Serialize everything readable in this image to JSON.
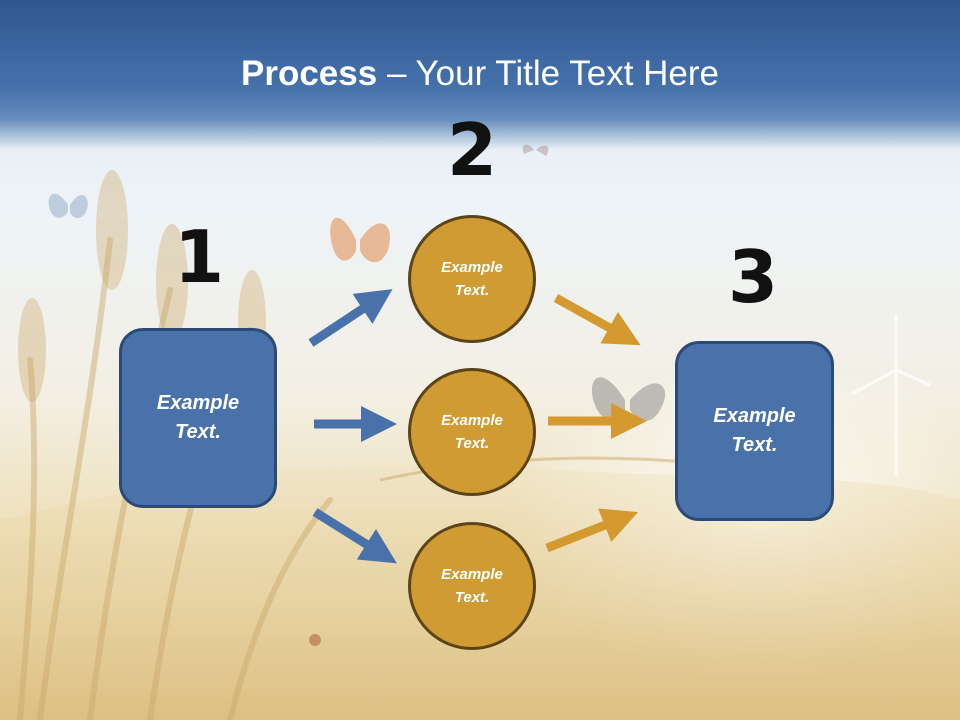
{
  "title": {
    "bold": "Process",
    "rest": " – Your Title Text Here"
  },
  "steps": [
    {
      "number": "1",
      "text": "Example\nText."
    },
    {
      "number": "2",
      "items": [
        {
          "text": "Example\nText."
        },
        {
          "text": "Example\nText."
        },
        {
          "text": "Example\nText."
        }
      ]
    },
    {
      "number": "3",
      "text": "Example\nText."
    }
  ],
  "colors": {
    "box": "#4a72aa",
    "circle": "#cf9b32",
    "arrow_blue": "#4a72aa",
    "arrow_gold": "#d49a30"
  }
}
